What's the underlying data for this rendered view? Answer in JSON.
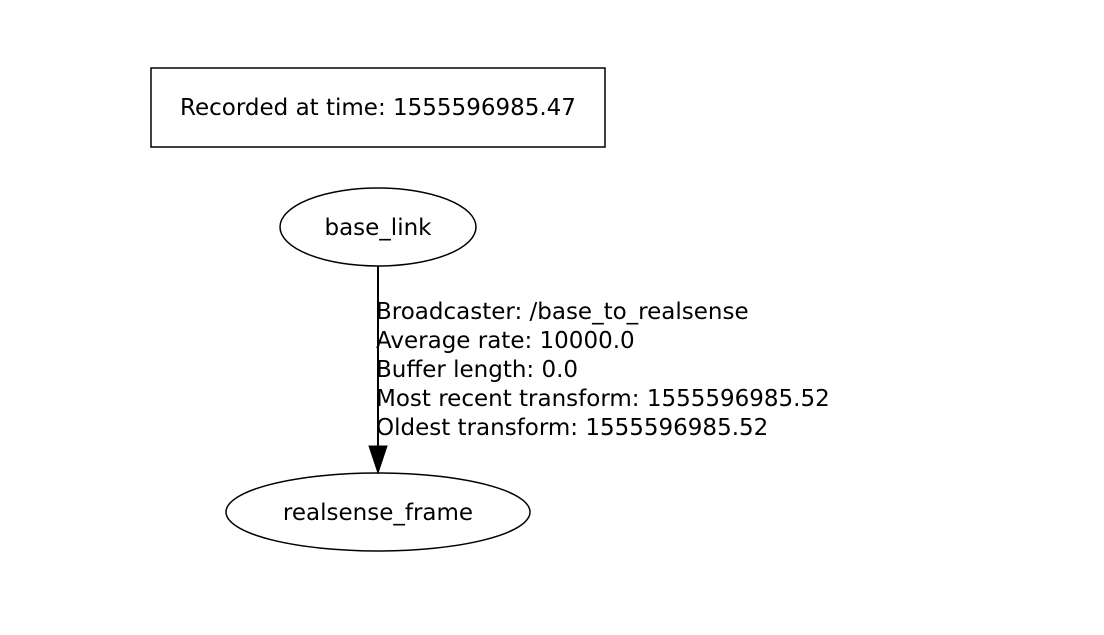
{
  "diagram": {
    "title_box": {
      "label": "Recorded at time: 1555596985.47"
    },
    "nodes": [
      {
        "id": "base_link",
        "label": "base_link"
      },
      {
        "id": "realsense_frame",
        "label": "realsense_frame"
      }
    ],
    "edges": [
      {
        "from": "base_link",
        "to": "realsense_frame",
        "label_lines": [
          "Broadcaster: /base_to_realsense",
          "Average rate: 10000.0",
          "Buffer length: 0.0",
          "Most recent transform: 1555596985.52",
          "Oldest transform: 1555596985.52"
        ]
      }
    ],
    "colors": {
      "stroke": "#000000",
      "background": "#ffffff"
    }
  }
}
